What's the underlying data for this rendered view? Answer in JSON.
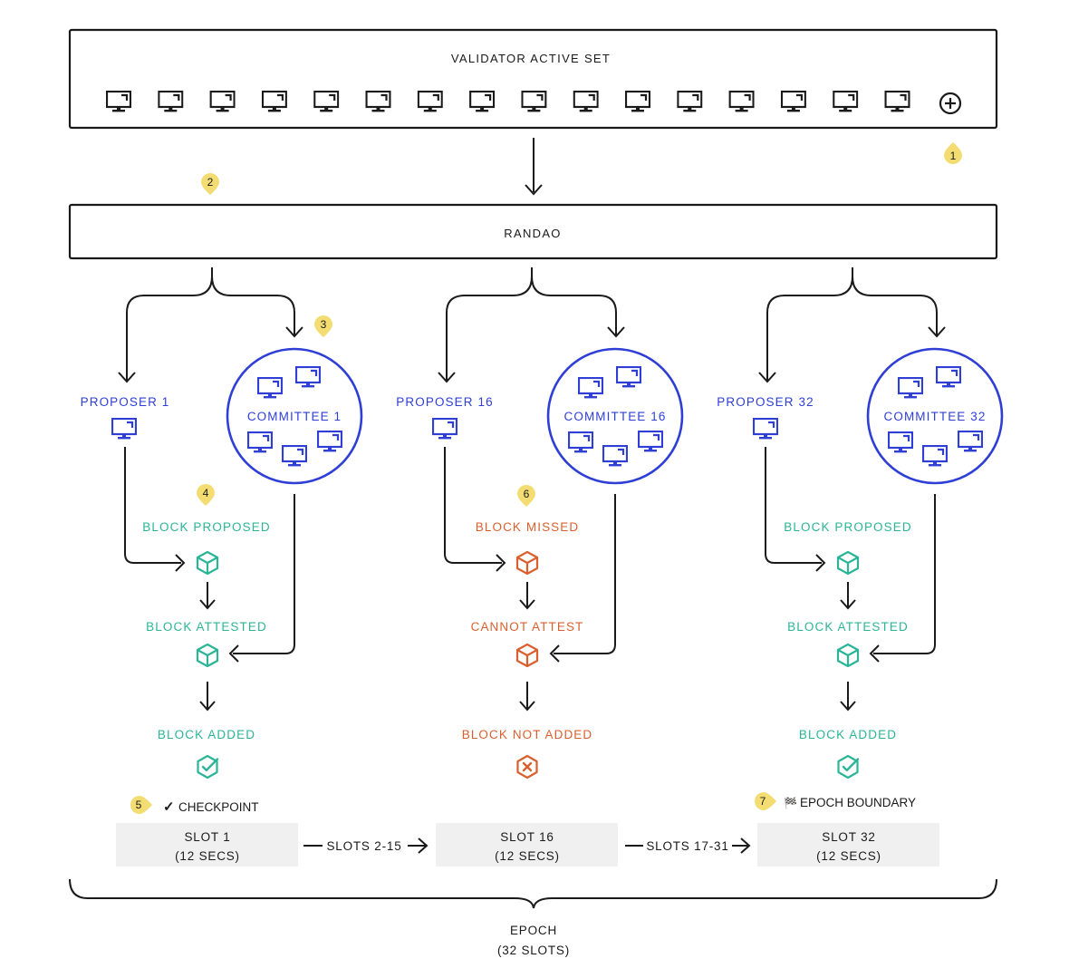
{
  "validator_set": {
    "title": "VALIDATOR ACTIVE SET",
    "validator_icon": "monitor-icon",
    "validator_count": 16,
    "add_icon": "plus-circle-icon"
  },
  "randao": {
    "label": "RANDAO"
  },
  "markers": [
    "1",
    "2",
    "3",
    "4",
    "5",
    "6",
    "7"
  ],
  "columns": [
    {
      "proposer": "PROPOSER 1",
      "committee": "COMMITTEE 1",
      "status": "proposed",
      "step1": "BLOCK PROPOSED",
      "step2": "BLOCK ATTESTED",
      "step3": "BLOCK ADDED",
      "final_icon": "check-badge-icon",
      "slot_line1": "SLOT 1",
      "slot_line2": "(12 SECS)"
    },
    {
      "proposer": "PROPOSER 16",
      "committee": "COMMITTEE 16",
      "status": "missed",
      "step1": "BLOCK MISSED",
      "step2": "CANNOT ATTEST",
      "step3": "BLOCK NOT ADDED",
      "final_icon": "x-badge-icon",
      "slot_line1": "SLOT 16",
      "slot_line2": "(12 SECS)"
    },
    {
      "proposer": "PROPOSER 32",
      "committee": "COMMITTEE 32",
      "status": "proposed",
      "step1": "BLOCK PROPOSED",
      "step2": "BLOCK ATTESTED",
      "step3": "BLOCK ADDED",
      "final_icon": "check-badge-icon",
      "slot_line1": "SLOT 32",
      "slot_line2": "(12 SECS)"
    }
  ],
  "between_slots": [
    "SLOTS 2-15",
    "SLOTS 17-31"
  ],
  "checkpoint": {
    "check": "✓",
    "label": "CHECKPOINT"
  },
  "epoch_boundary": {
    "flag": "🏁",
    "label": "EPOCH BOUNDARY"
  },
  "epoch": {
    "line1": "EPOCH",
    "line2": "(32 SLOTS)"
  },
  "colors": {
    "blue": "#2f3fd6",
    "green": "#2bb596",
    "orange": "#d9602e",
    "dark": "#1a1a1a",
    "marker": "#f3dd72",
    "slot_bg": "#f0f0f0"
  }
}
